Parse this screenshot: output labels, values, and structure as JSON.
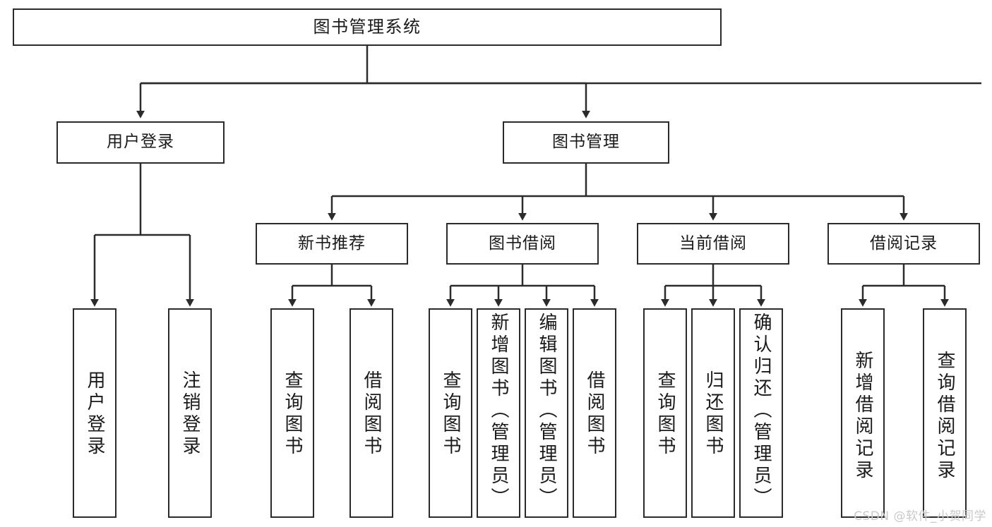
{
  "diagram": {
    "title": "图书管理系统",
    "type": "hierarchy-tree",
    "root": {
      "id": "root",
      "label": "图书管理系统"
    },
    "level2": [
      {
        "id": "user-login",
        "label": "用户登录"
      },
      {
        "id": "book-management",
        "label": "图书管理"
      }
    ],
    "level3": [
      {
        "id": "new-book-recommend",
        "label": "新书推荐",
        "parent": "book-management"
      },
      {
        "id": "book-borrow",
        "label": "图书借阅",
        "parent": "book-management"
      },
      {
        "id": "current-borrow",
        "label": "当前借阅",
        "parent": "book-management"
      },
      {
        "id": "borrow-record",
        "label": "借阅记录",
        "parent": "book-management"
      }
    ],
    "leaves": [
      {
        "id": "leaf-user-login",
        "label": "用户登录",
        "parent": "user-login"
      },
      {
        "id": "leaf-logout",
        "label": "注销登录",
        "parent": "user-login"
      },
      {
        "id": "leaf-query-book-1",
        "label": "查询图书",
        "parent": "new-book-recommend"
      },
      {
        "id": "leaf-borrow-book-1",
        "label": "借阅图书",
        "parent": "new-book-recommend"
      },
      {
        "id": "leaf-query-book-2",
        "label": "查询图书",
        "parent": "book-borrow"
      },
      {
        "id": "leaf-add-book",
        "label": "新增图书（管理员）",
        "parent": "book-borrow"
      },
      {
        "id": "leaf-edit-book",
        "label": "编辑图书（管理员）",
        "parent": "book-borrow"
      },
      {
        "id": "leaf-borrow-book-2",
        "label": "借阅图书",
        "parent": "book-borrow"
      },
      {
        "id": "leaf-query-book-3",
        "label": "查询图书",
        "parent": "current-borrow"
      },
      {
        "id": "leaf-return-book",
        "label": "归还图书",
        "parent": "current-borrow"
      },
      {
        "id": "leaf-confirm-return",
        "label": "确认归还（管理员）",
        "parent": "current-borrow"
      },
      {
        "id": "leaf-add-record",
        "label": "新增借阅记录",
        "parent": "borrow-record"
      },
      {
        "id": "leaf-query-record",
        "label": "查询借阅记录",
        "parent": "borrow-record"
      }
    ]
  },
  "watermark": {
    "text": "CSDN @软件_小贺同学"
  },
  "colors": {
    "stroke": "#2b2b2b",
    "background": "#ffffff",
    "text": "#1a1a1a",
    "watermark": "#c9c9c9"
  }
}
